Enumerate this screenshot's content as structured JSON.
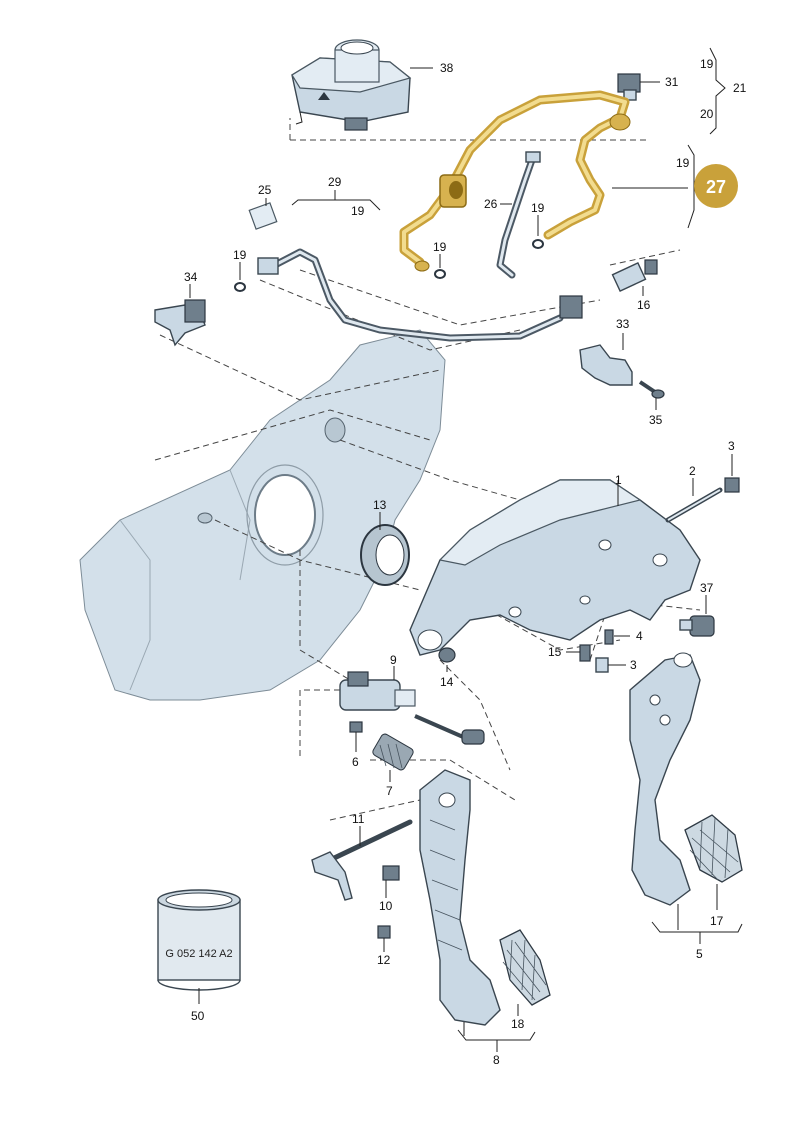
{
  "highlight": {
    "part": "27",
    "color": "#c9a13a"
  },
  "labels": {
    "p38": "38",
    "p31": "31",
    "p19a": "19",
    "p21": "21",
    "p20": "20",
    "p19b": "19",
    "p27": "27",
    "p29": "29",
    "p19c": "19",
    "p25": "25",
    "p26": "26",
    "p19d": "19",
    "p19e": "19",
    "p19f": "19",
    "p34": "34",
    "p16": "16",
    "p33": "33",
    "p35": "35",
    "p3a": "3",
    "p2": "2",
    "p1": "1",
    "p13": "13",
    "p37": "37",
    "p4": "4",
    "p15": "15",
    "p3b": "3",
    "p14": "14",
    "p9": "9",
    "p6": "6",
    "p7": "7",
    "p11": "11",
    "p10": "10",
    "p12": "12",
    "p50": "50",
    "p5": "5",
    "p17": "17",
    "p8": "8",
    "p18": "18"
  },
  "grease_can_text": "G 052 142 A2"
}
